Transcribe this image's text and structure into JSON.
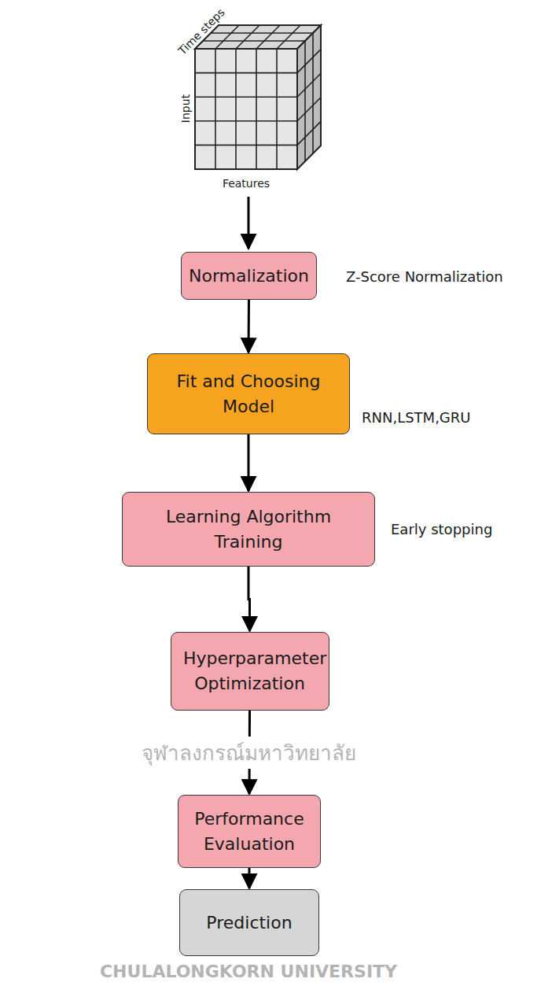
{
  "diagram": {
    "nodes": [
      {
        "text": [
          "Normalization"
        ]
      },
      {
        "text": [
          "Fit and Choosing Model"
        ]
      },
      {
        "text": [
          "Learning Algorithm Training"
        ]
      },
      {
        "text": [
          "Hyperparameter Optimization"
        ]
      },
      {
        "text": [
          "Performance Evaluation"
        ]
      },
      {
        "text": [
          "Prediction"
        ]
      }
    ],
    "edges": [
      {
        "from": 0,
        "to": 1,
        "arrow": "to"
      },
      {
        "from": 1,
        "to": 2,
        "arrow": "to"
      },
      {
        "from": 2,
        "to": 3,
        "arrow": "to"
      },
      {
        "from": 3,
        "to": 4,
        "arrow": "to"
      },
      {
        "from": 4,
        "to": 5,
        "arrow": "to"
      }
    ],
    "labels": [
      "Time steps",
      "Input",
      "Features",
      "Z-Score Normalization",
      "RNN,LSTM,GRU",
      "Early stopping",
      "จุฬาลงกรณ์มหาวิทยาลัย",
      "CHULALONGKORN UNIVERSITY"
    ]
  }
}
